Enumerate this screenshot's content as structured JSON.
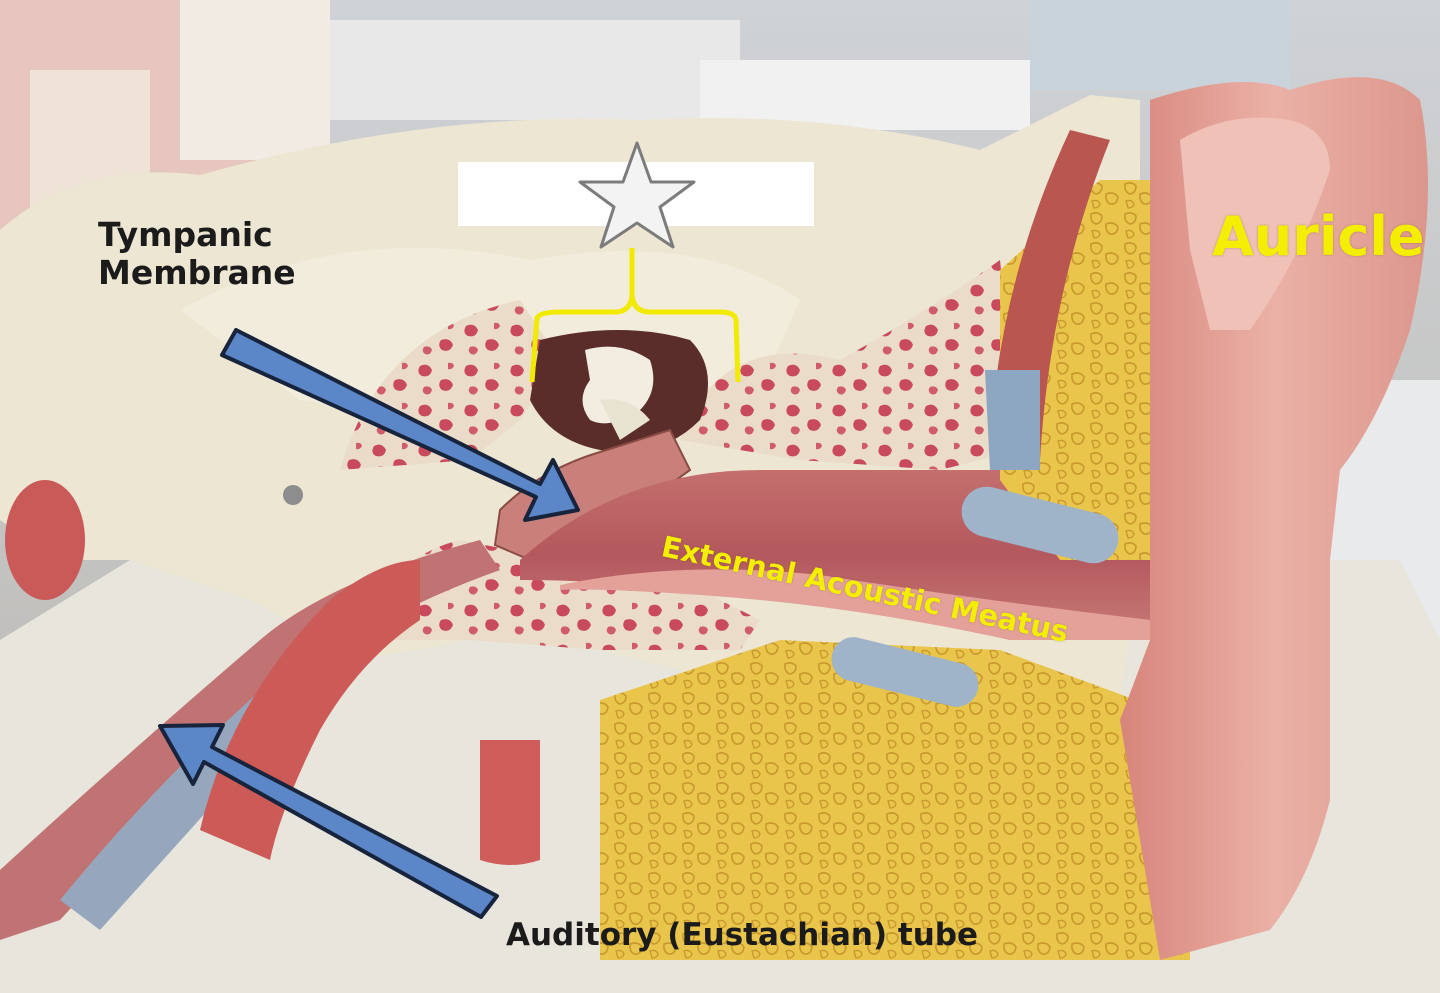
{
  "labels": {
    "tympanic_membrane": [
      "Tympanic",
      "Membrane"
    ],
    "auricle": "Auricle",
    "external_acoustic_meatus": "External Acoustic Meatus",
    "auditory_tube": "Auditory (Eustachian) tube"
  },
  "colors": {
    "arrow_fill": "#5b86c7",
    "arrow_stroke": "#17243b",
    "bracket": "#f2ea00",
    "yellow_label": "#f4ee00",
    "dark_label": "#1b1b1b",
    "bone": "#ece6d2",
    "spongy_pink": "#c9455a",
    "fat_yellow": "#e9c54c",
    "skin_pink": "#e6a49b"
  },
  "icons": {
    "star": "star-icon"
  }
}
